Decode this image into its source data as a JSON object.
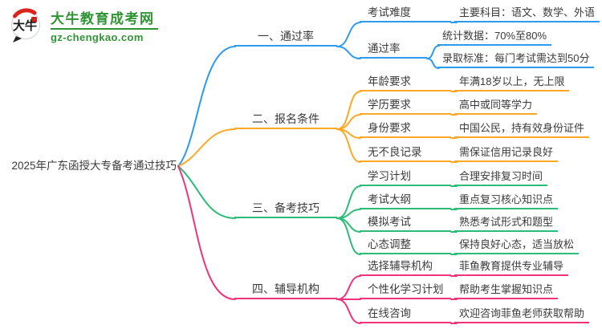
{
  "site": {
    "logo_title": "大牛教育成考网",
    "logo_url": "gz-chengkao.com",
    "logo_seal_text": "大牛"
  },
  "colors": {
    "branch1": "#2d9bf0",
    "branch2": "#ffa827",
    "branch3": "#2bbd78",
    "branch4": "#f1337c",
    "logo_green": "#2e9434",
    "text": "#3a3a3a"
  },
  "root": {
    "label": "2025年广东函授大专备考通过技巧"
  },
  "branches": [
    {
      "label": "一、通过率",
      "children": [
        {
          "label": "考试难度",
          "children": [
            {
              "label": "主要科目：语文、数学、外语"
            }
          ]
        },
        {
          "label": "通过率",
          "children": [
            {
              "label": "统计数据：70%至80%"
            },
            {
              "label": "录取标准：每门考试需达到50分"
            }
          ]
        }
      ]
    },
    {
      "label": "二、报名条件",
      "children": [
        {
          "label": "年龄要求",
          "children": [
            {
              "label": "年满18岁以上，无上限"
            }
          ]
        },
        {
          "label": "学历要求",
          "children": [
            {
              "label": "高中或同等学力"
            }
          ]
        },
        {
          "label": "身份要求",
          "children": [
            {
              "label": "中国公民，持有效身份证件"
            }
          ]
        },
        {
          "label": "无不良记录",
          "children": [
            {
              "label": "需保证信用记录良好"
            }
          ]
        }
      ]
    },
    {
      "label": "三、备考技巧",
      "children": [
        {
          "label": "学习计划",
          "children": [
            {
              "label": "合理安排复习时间"
            }
          ]
        },
        {
          "label": "考试大纲",
          "children": [
            {
              "label": "重点复习核心知识点"
            }
          ]
        },
        {
          "label": "模拟考试",
          "children": [
            {
              "label": "熟悉考试形式和题型"
            }
          ]
        },
        {
          "label": "心态调整",
          "children": [
            {
              "label": "保持良好心态，适当放松"
            }
          ]
        }
      ]
    },
    {
      "label": "四、辅导机构",
      "children": [
        {
          "label": "选择辅导机构",
          "children": [
            {
              "label": "菲鱼教育提供专业辅导"
            }
          ]
        },
        {
          "label": "个性化学习计划",
          "children": [
            {
              "label": "帮助考生掌握知识点"
            }
          ]
        },
        {
          "label": "在线咨询",
          "children": [
            {
              "label": "欢迎咨询菲鱼老师获取帮助"
            }
          ]
        }
      ]
    }
  ]
}
